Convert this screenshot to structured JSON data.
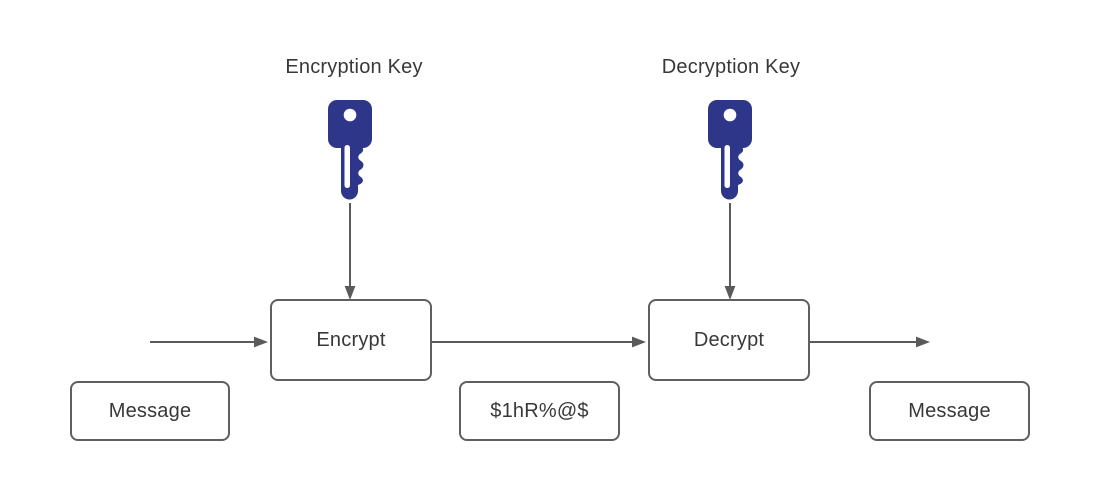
{
  "diagram": {
    "encryption_key": {
      "label": "Encryption Key",
      "icon": "key-icon"
    },
    "decryption_key": {
      "label": "Decryption Key",
      "icon": "key-icon"
    },
    "encrypt_box": {
      "label": "Encrypt"
    },
    "decrypt_box": {
      "label": "Decrypt"
    },
    "input_message_box": {
      "label": "Message"
    },
    "ciphertext_box": {
      "label": "$1hR%@$"
    },
    "output_message_box": {
      "label": "Message"
    },
    "colors": {
      "key_fill": "#2d3688",
      "connector": "#5a5a5a",
      "box_border": "#5f5f5f",
      "text": "#383838",
      "background": "#ffffff"
    }
  }
}
